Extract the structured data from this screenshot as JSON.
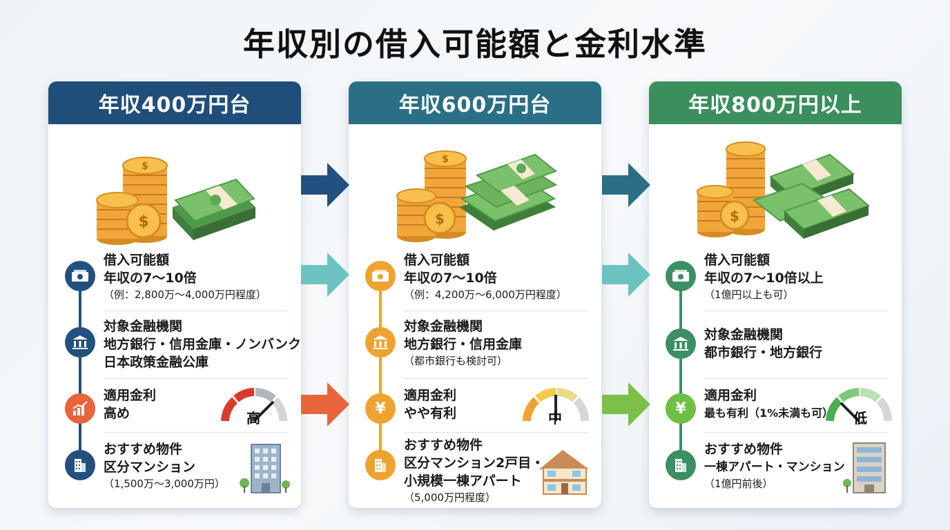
{
  "title": "年収別の借入可能額と金利水準",
  "cards": [
    {
      "header": "年収400万円台",
      "header_color": "#1f4e7a",
      "accent": "#22507f",
      "rows": {
        "borrow": {
          "label": "借入可能額",
          "value": "年収の7～10倍",
          "note": "（例：2,800万～4,000万円程度）"
        },
        "bank": {
          "label": "対象金融機関",
          "value": "地方銀行・信用金庫・ノンバンク・",
          "value2": "日本政策金融公庫"
        },
        "rate": {
          "label": "適用金利",
          "value": "高め",
          "gauge": "高"
        },
        "property": {
          "label": "おすすめ物件",
          "value": "区分マンション",
          "note": "（1,500万～3,000万円）"
        }
      }
    },
    {
      "header": "年収600万円台",
      "header_color": "#2b6f86",
      "accent": "#f0a230",
      "rows": {
        "borrow": {
          "label": "借入可能額",
          "value": "年収の7～10倍",
          "note": "（例：4,200万～6,000万円程度）"
        },
        "bank": {
          "label": "対象金融機関",
          "value": "地方銀行・信用金庫",
          "note": "（都市銀行も検討可）"
        },
        "rate": {
          "label": "適用金利",
          "value": "やや有利",
          "gauge": "中"
        },
        "property": {
          "label": "おすすめ物件",
          "value": "区分マンション2戸目・",
          "value2": "小規模一棟アパート",
          "note": "（5,000万円程度）"
        }
      }
    },
    {
      "header": "年収800万円以上",
      "header_color": "#3a8f5c",
      "accent": "#3d8f63",
      "rows": {
        "borrow": {
          "label": "借入可能額",
          "value": "年収の7～10倍以上",
          "note": "（1億円以上も可）"
        },
        "bank": {
          "label": "対象金融機関",
          "value": "都市銀行・地方銀行"
        },
        "rate": {
          "label": "適用金利",
          "value": "最も有利（1%未満も可）",
          "gauge": "低"
        },
        "property": {
          "label": "おすすめ物件",
          "value": "一棟アパート・マンション",
          "note": "（1億円前後）"
        }
      }
    }
  ],
  "icons": {
    "borrow": "money-icon",
    "bank": "bank-icon",
    "rate_high": "chart-up-icon",
    "rate_yen": "yen-icon",
    "property": "building-icon"
  },
  "colors": {
    "arrow_top": [
      "#22507f",
      "#2b6f86"
    ],
    "arrow_mid": "#6cc3bf",
    "arrow_rate": [
      "#e8643a",
      "#7cc04a"
    ],
    "gauge_high": "#d93a2e",
    "gauge_mid": "#f0b429",
    "gauge_low": "#4bae4f"
  }
}
